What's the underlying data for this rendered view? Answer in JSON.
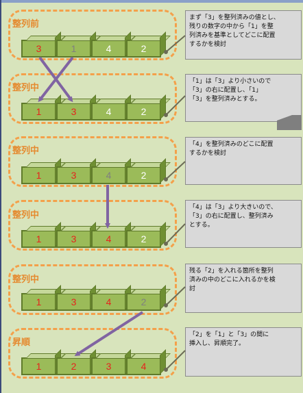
{
  "stages": [
    {
      "label": "整列前",
      "cells": [
        {
          "value": "3",
          "color": "red"
        },
        {
          "value": "1",
          "color": "gray"
        },
        {
          "value": "4",
          "color": "white"
        },
        {
          "value": "2",
          "color": "white"
        }
      ]
    },
    {
      "label": "整列中",
      "cells": [
        {
          "value": "1",
          "color": "red"
        },
        {
          "value": "3",
          "color": "red"
        },
        {
          "value": "4",
          "color": "white"
        },
        {
          "value": "2",
          "color": "white"
        }
      ]
    },
    {
      "label": "整列中",
      "cells": [
        {
          "value": "1",
          "color": "red"
        },
        {
          "value": "3",
          "color": "red"
        },
        {
          "value": "4",
          "color": "gray"
        },
        {
          "value": "2",
          "color": "white"
        }
      ]
    },
    {
      "label": "整列中",
      "cells": [
        {
          "value": "1",
          "color": "red"
        },
        {
          "value": "3",
          "color": "red"
        },
        {
          "value": "4",
          "color": "red"
        },
        {
          "value": "2",
          "color": "white"
        }
      ]
    },
    {
      "label": "整列中",
      "cells": [
        {
          "value": "1",
          "color": "red"
        },
        {
          "value": "3",
          "color": "red"
        },
        {
          "value": "4",
          "color": "red"
        },
        {
          "value": "2",
          "color": "gray"
        }
      ]
    },
    {
      "label": "昇順",
      "cells": [
        {
          "value": "1",
          "color": "red"
        },
        {
          "value": "2",
          "color": "red"
        },
        {
          "value": "3",
          "color": "red"
        },
        {
          "value": "4",
          "color": "red"
        }
      ]
    }
  ],
  "notes": [
    "まず「3」を整列済みの値とし、\n残りの数字の中から「1」を整\n列済みを基準としてどこに配置\nするかを検討",
    "「1」は「3」より小さいので\n「3」の右に配置し、「1」\n「3」を整列済みとする。",
    "「4」を整列済みのどこに配置\nするかを検討",
    "「4」は「3」より大きいので、\n「3」の右に配置し、整列済み\nとする。",
    "残る「2」を入れる箇所を整列\n済みの中のどこに入れるかを検\n討",
    "「2」を「1」と「3」の間に\n挿入し、昇順完了。"
  ],
  "colors": {
    "accent_orange": "#f4a04a",
    "cell_green": "#9bbb59",
    "arrow_purple": "#8064a2",
    "value_red": "#e6231c",
    "value_gray": "#7f7f7f",
    "value_white": "#ffffff"
  }
}
